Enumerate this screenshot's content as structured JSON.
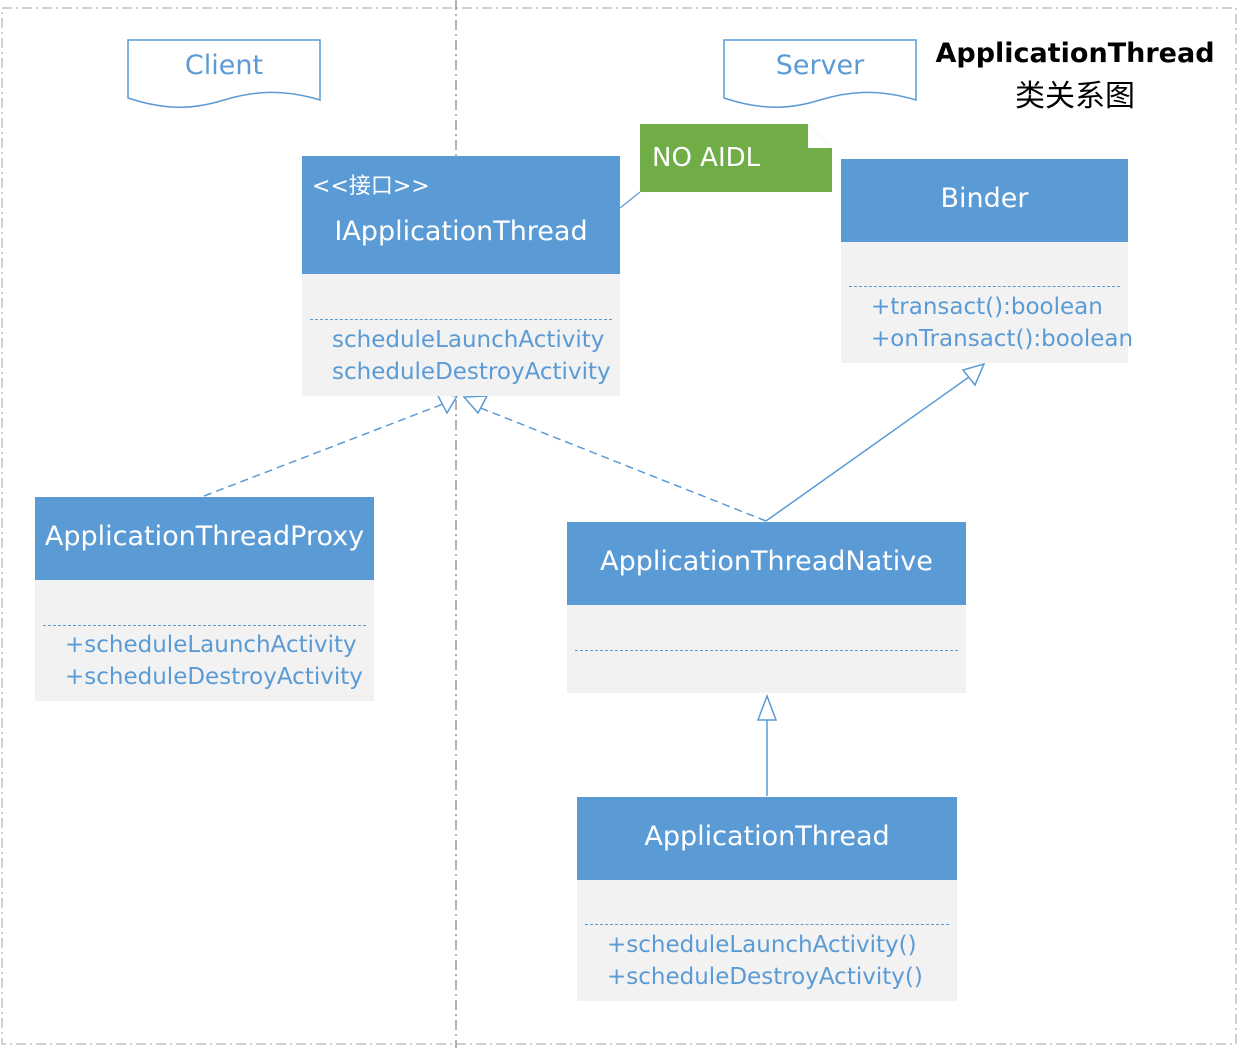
{
  "title": {
    "line1": "ApplicationThread",
    "line2": "类关系图"
  },
  "lanes": {
    "client": "Client",
    "server": "Server"
  },
  "note": {
    "text": "NO AIDL"
  },
  "classes": {
    "iapplicationthread": {
      "stereotype": "<<接口>>",
      "name": "IApplicationThread",
      "ops": [
        "scheduleLaunchActivity",
        "scheduleDestroyActivity"
      ]
    },
    "binder": {
      "name": "Binder",
      "ops": [
        "+transact():boolean",
        "+onTransact():boolean"
      ]
    },
    "proxy": {
      "name": "ApplicationThreadProxy",
      "ops": [
        "+scheduleLaunchActivity",
        "+scheduleDestroyActivity"
      ]
    },
    "native": {
      "name": "ApplicationThreadNative",
      "ops": []
    },
    "applicationthread": {
      "name": "ApplicationThread",
      "ops": [
        "+scheduleLaunchActivity()",
        "+scheduleDestroyActivity()"
      ]
    }
  },
  "relations": [
    {
      "from": "ApplicationThreadProxy",
      "to": "IApplicationThread",
      "kind": "realization"
    },
    {
      "from": "ApplicationThreadNative",
      "to": "IApplicationThread",
      "kind": "realization"
    },
    {
      "from": "ApplicationThreadNative",
      "to": "Binder",
      "kind": "generalization"
    },
    {
      "from": "ApplicationThread",
      "to": "ApplicationThreadNative",
      "kind": "generalization"
    }
  ],
  "colors": {
    "class_header": "#5b9bd5",
    "class_body": "#f2f2f2",
    "note": "#70ad47",
    "text_blue": "#5b9bd5"
  }
}
